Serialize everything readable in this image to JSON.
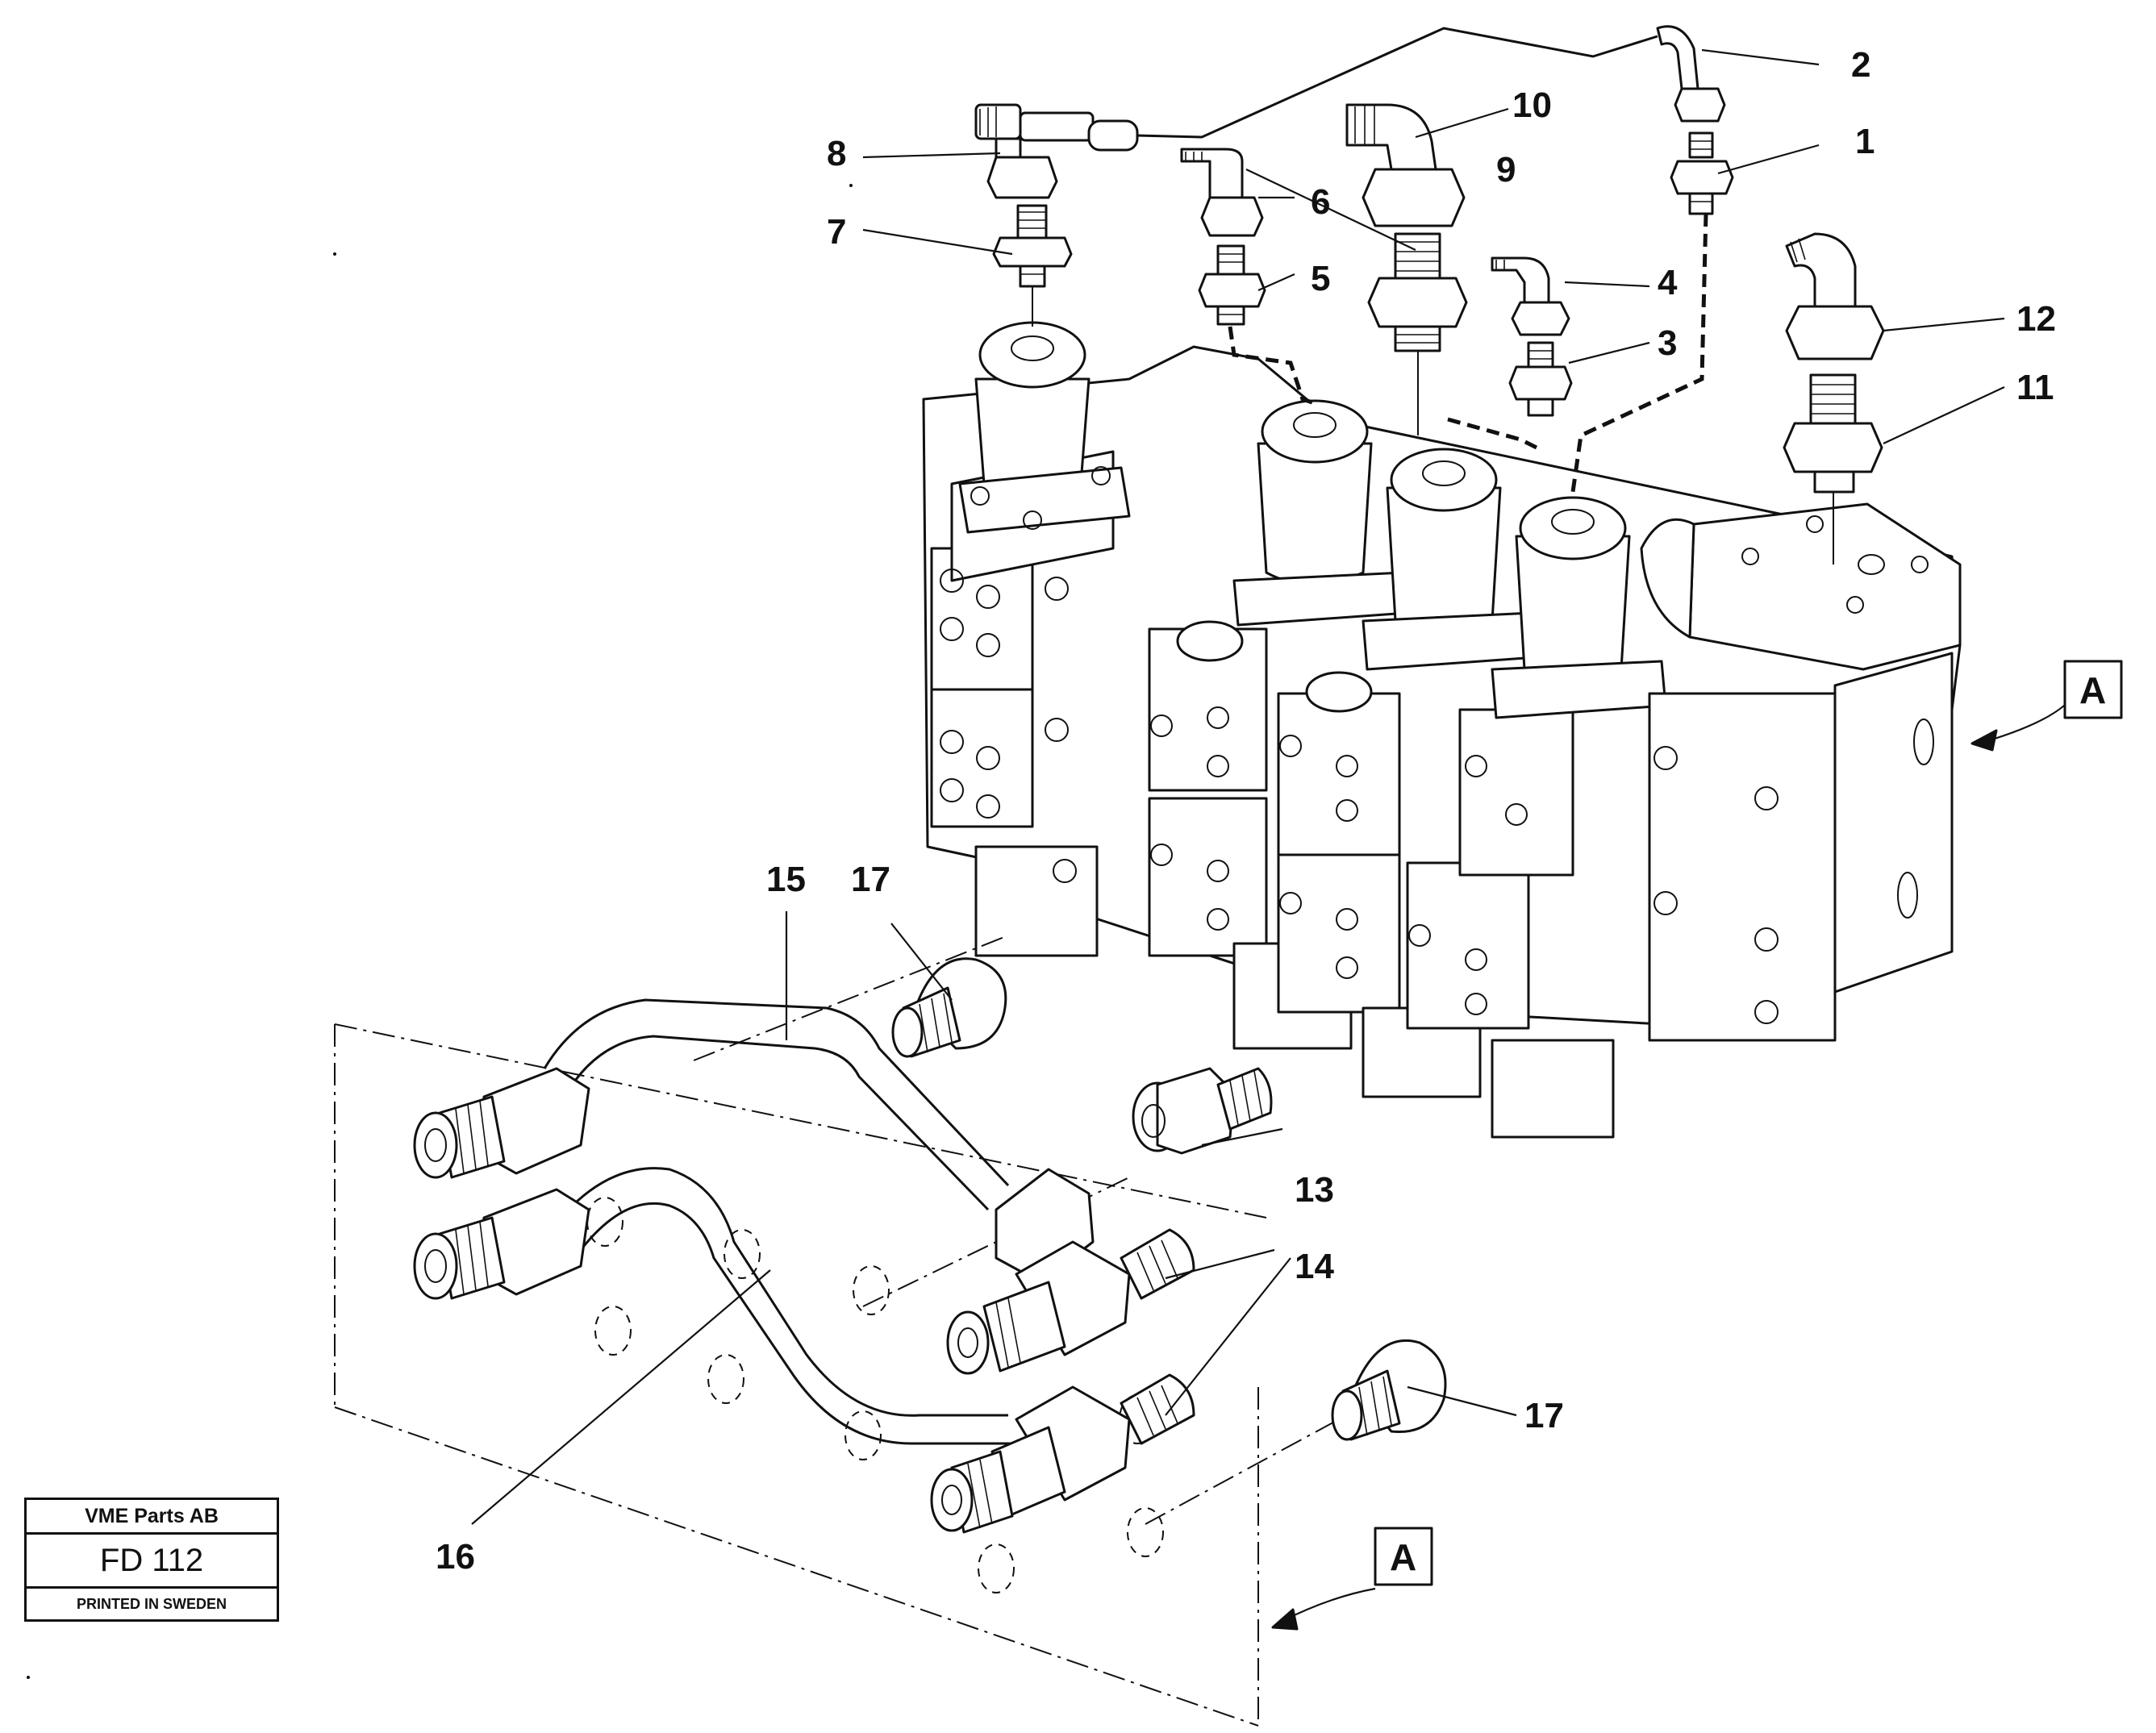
{
  "callouts": [
    "1",
    "2",
    "3",
    "4",
    "5",
    "6",
    "7",
    "8",
    "9",
    "10",
    "11",
    "12",
    "13",
    "14",
    "15",
    "16",
    "17",
    "17"
  ],
  "view_marker": "A",
  "titleblock": {
    "company": "VME Parts AB",
    "code": "FD 112",
    "printed": "PRINTED IN SWEDEN"
  }
}
